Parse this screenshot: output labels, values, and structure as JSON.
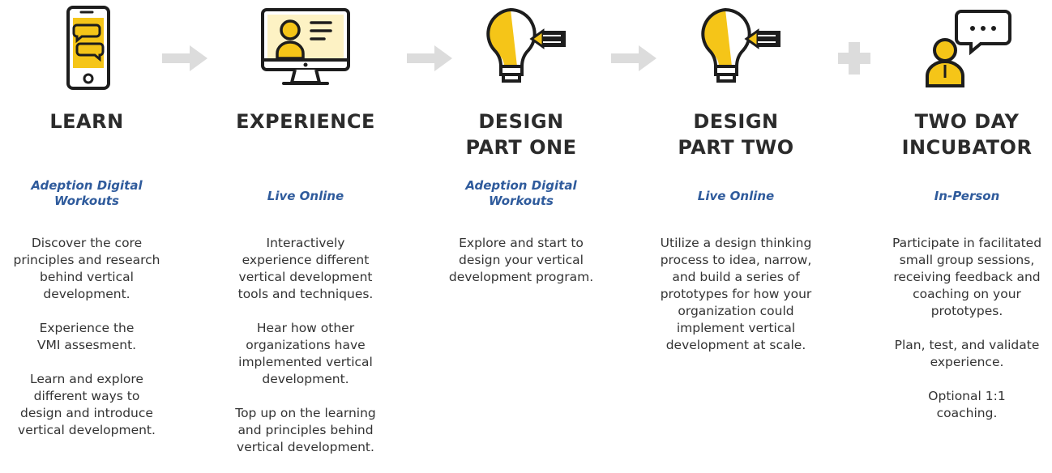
{
  "steps": [
    {
      "icon": "smartphone-chat-icon",
      "title": [
        "LEARN"
      ],
      "mode": "Adeption Digital Workouts",
      "desc": [
        "Discover the core principles and research behind vertical development.",
        "Experience the VMI assesment.",
        "Learn and explore different ways to design and introduce vertical development."
      ]
    },
    {
      "icon": "monitor-presenter-icon",
      "title": [
        "EXPERIENCE"
      ],
      "mode": "Live Online",
      "desc": [
        "Interactively experience different vertical development tools and techniques.",
        "Hear how other organizations have implemented vertical development.",
        "Top up on the learning and principles behind vertical development."
      ]
    },
    {
      "icon": "lightbulb-pencil-icon",
      "title": [
        "DESIGN",
        "PART ONE"
      ],
      "mode": "Adeption Digital Workouts",
      "desc": [
        "Explore and start to design your vertical development program."
      ]
    },
    {
      "icon": "lightbulb-pencil-icon",
      "title": [
        "DESIGN",
        "PART TWO"
      ],
      "mode": "Live Online",
      "desc": [
        "Utilize a design thinking process to idea, narrow, and build a series of prototypes for how your organization could implement vertical development at scale."
      ]
    },
    {
      "icon": "person-speech-bubble-icon",
      "title": [
        "TWO DAY",
        "INCUBATOR"
      ],
      "mode": "In-Person",
      "desc": [
        "Participate in facilitated small group sessions, receiving feedback and coaching on your prototypes.",
        "Plan, test, and validate experience.",
        "Optional 1:1 coaching."
      ]
    }
  ],
  "connectors": [
    "arrow-right-icon",
    "arrow-right-icon",
    "arrow-right-icon",
    "plus-icon"
  ],
  "colors": {
    "accent_yellow": "#f5c518",
    "outline": "#1d1d1d",
    "mode_blue": "#2f5b9c",
    "connector_gray": "#dcdcdc",
    "screen_bg": "#fdf2c4"
  }
}
